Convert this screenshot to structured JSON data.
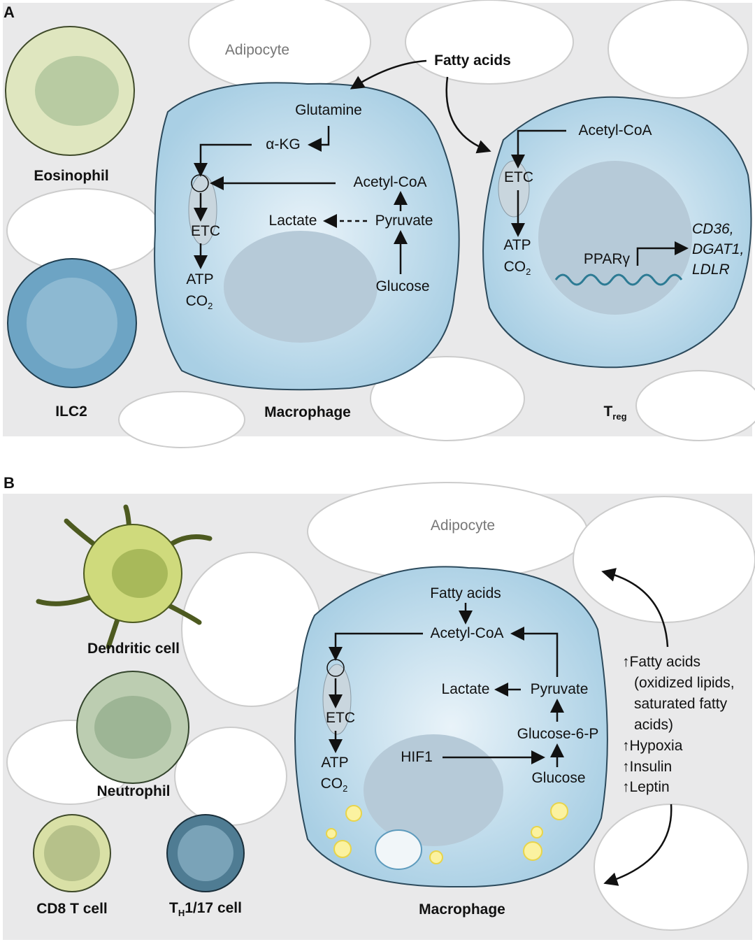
{
  "panel_a": {
    "label": "A",
    "adipocyte": "Adipocyte",
    "fatty_acids": "Fatty acids",
    "eosinophil": "Eosinophil",
    "ilc2": "ILC2",
    "macrophage": "Macrophage",
    "treg": "T",
    "treg_sub": "reg",
    "mac": {
      "glutamine": "Glutamine",
      "akg": "α-KG",
      "etc": "ETC",
      "atp": "ATP",
      "co2": "CO",
      "co2_sub": "2",
      "acetyl_coa": "Acetyl-CoA",
      "lactate": "Lactate",
      "pyruvate": "Pyruvate",
      "glucose": "Glucose"
    },
    "treg_cell": {
      "acetyl_coa": "Acetyl-CoA",
      "etc": "ETC",
      "atp": "ATP",
      "co2": "CO",
      "co2_sub": "2",
      "ppar": "PPARγ",
      "genes": [
        "CD36,",
        "DGAT1,",
        "LDLR"
      ]
    }
  },
  "panel_b": {
    "label": "B",
    "adipocyte": "Adipocyte",
    "dendritic": "Dendritic cell",
    "neutrophil": "Neutrophil",
    "cd8": "CD8 T cell",
    "th": "T",
    "th_sub": "H",
    "th_rest": "1/17 cell",
    "macrophage": "Macrophage",
    "mac": {
      "fatty_acids": "Fatty acids",
      "acetyl_coa": "Acetyl-CoA",
      "etc": "ETC",
      "atp": "ATP",
      "co2": "CO",
      "co2_sub": "2",
      "lactate": "Lactate",
      "pyruvate": "Pyruvate",
      "g6p": "Glucose-6-P",
      "hif1": "HIF1",
      "glucose": "Glucose"
    },
    "factors": [
      "↑Fatty acids",
      "(oxidized lipids,",
      "saturated fatty",
      "acids)",
      "↑Hypoxia",
      "↑Insulin",
      "↑Leptin"
    ]
  }
}
